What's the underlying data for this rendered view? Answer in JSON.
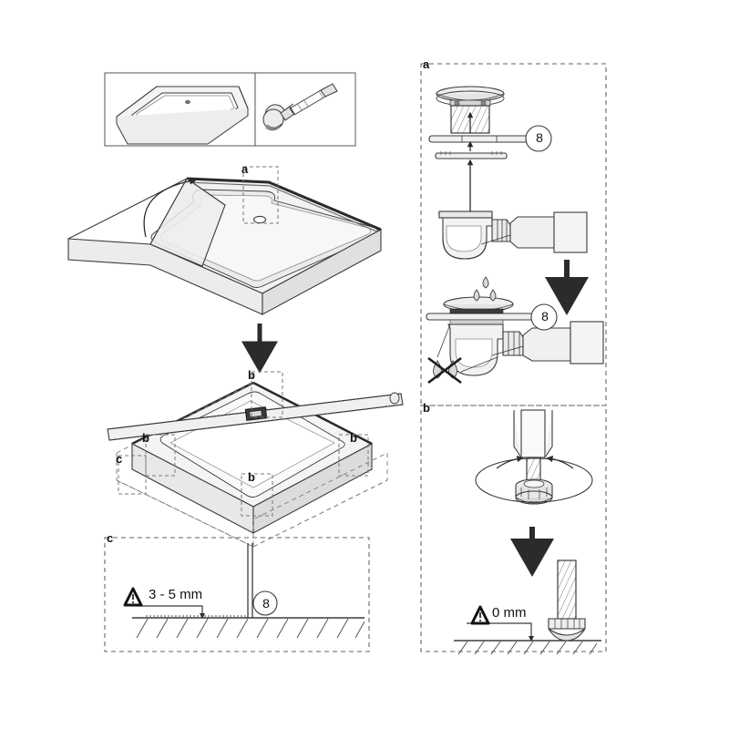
{
  "document": {
    "type": "installation-diagram",
    "title": "Shower tray installation instructions",
    "background": "#ffffff",
    "line_color": "#3b3b3b",
    "fill_light": "#f0f0f0",
    "fill_mid": "#dcdcdc",
    "fill_dark": "#b8b8b8"
  },
  "parts_boxes": [
    {
      "id": "box-tray",
      "content": "shower-tray-isometric"
    },
    {
      "id": "box-siphon",
      "content": "drain-siphon-hose"
    }
  ],
  "panels": {
    "main_tray_flip": {
      "label": "",
      "callouts": [
        {
          "id": "a",
          "label": "a"
        }
      ]
    },
    "tray_leveling": {
      "label": "",
      "callouts": [
        {
          "id": "b1",
          "label": "b"
        },
        {
          "id": "b2",
          "label": "b"
        },
        {
          "id": "b3",
          "label": "b"
        },
        {
          "id": "b4",
          "label": "b"
        },
        {
          "id": "c1",
          "label": "c"
        }
      ]
    },
    "detail_c": {
      "label": "c",
      "dimension": "3 - 5 mm",
      "callout_number": "8",
      "warning_icon": "warning-triangle-icon"
    },
    "detail_a": {
      "label": "a",
      "callout_numbers": [
        "8",
        "8"
      ],
      "symbols": [
        "water-drops-icon",
        "water-drops-crossed-icon"
      ]
    },
    "detail_b": {
      "label": "b",
      "dimension": "0 mm",
      "warning_icon": "warning-triangle-icon",
      "symbols": [
        "rotation-arrows-icon"
      ]
    }
  },
  "labels": {
    "a": "a",
    "b": "b",
    "c": "c",
    "eight": "8",
    "dim_3_5_mm": "3 - 5 mm",
    "dim_0_mm": "0 mm"
  }
}
